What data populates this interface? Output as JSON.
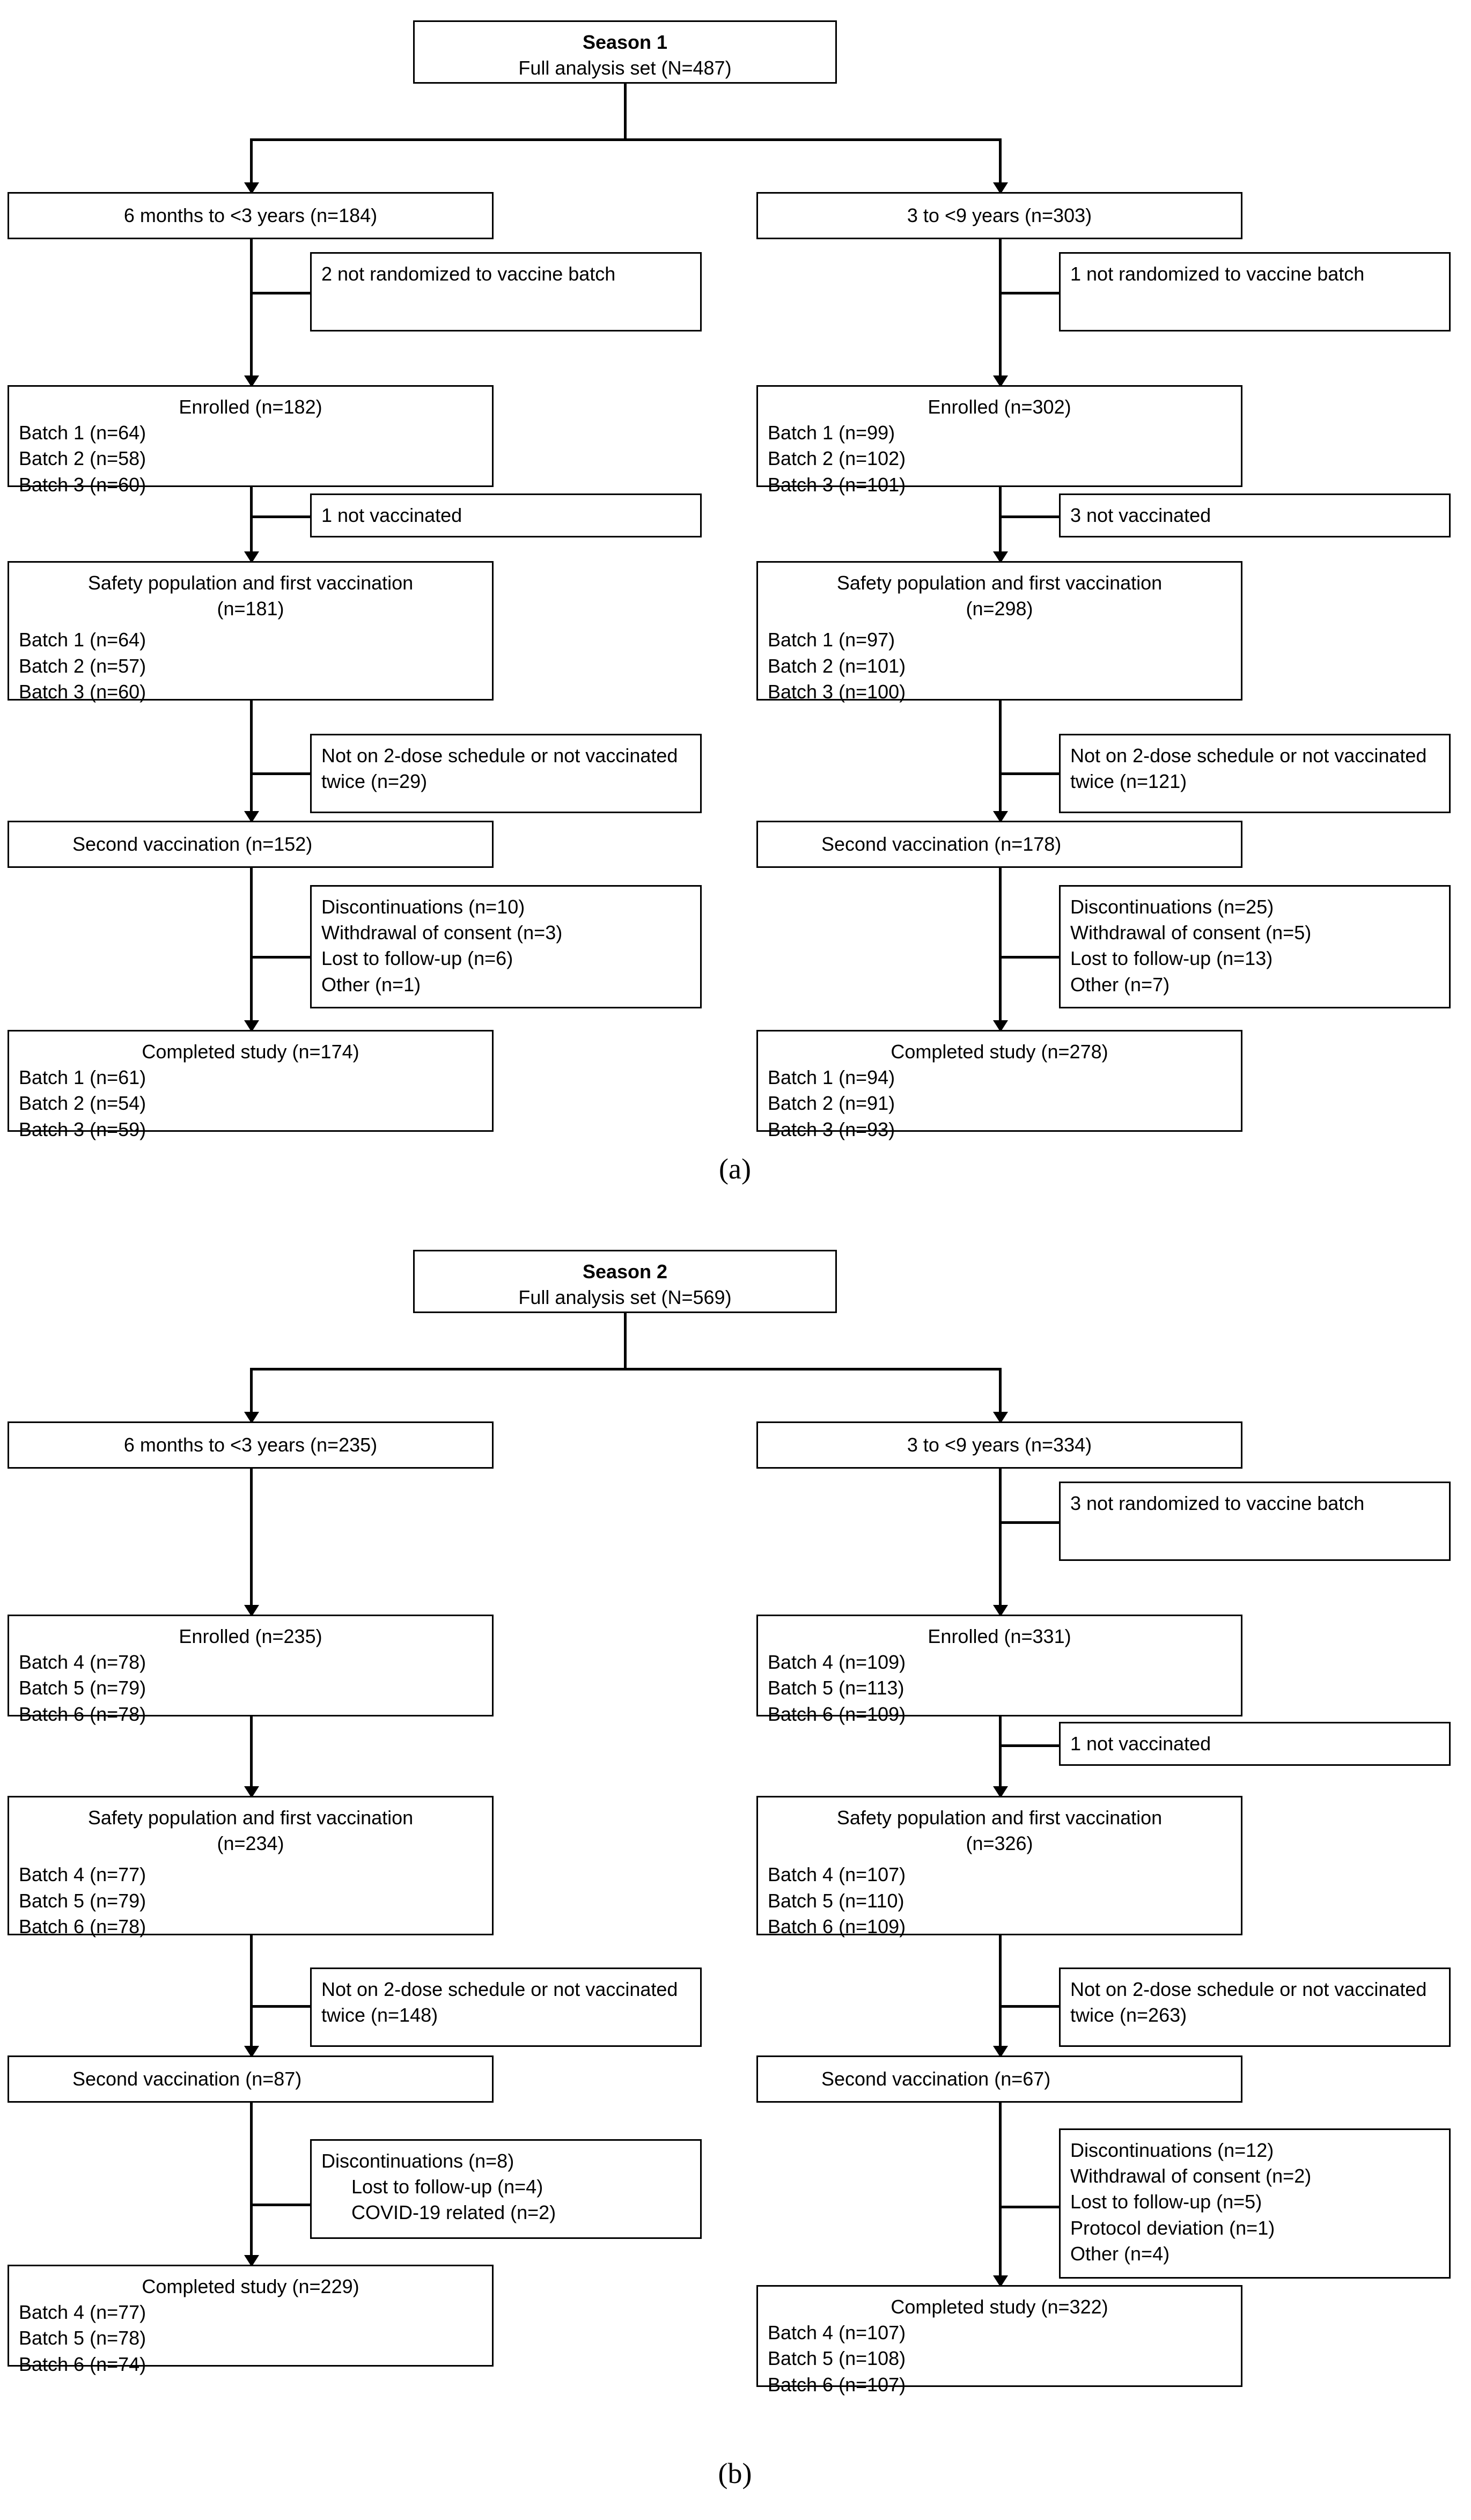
{
  "figure": {
    "panels": [
      {
        "label": "(a)",
        "header": {
          "title": "Season 1",
          "subtitle": "Full analysis set (N=487)"
        },
        "columns": [
          {
            "age_group": "6 months to <3 years (n=184)",
            "exclusions": [
              {
                "text": "2 not randomized to vaccine batch"
              },
              {
                "text": "1 not vaccinated"
              },
              {
                "text": "Not on 2-dose schedule or not vaccinated twice (n=29)"
              },
              {
                "lines": [
                  "Discontinuations (n=10)",
                  "Withdrawal of consent (n=3)",
                  "Lost to follow-up (n=6)",
                  "Other (n=1)"
                ]
              }
            ],
            "enrolled": {
              "title": "Enrolled (n=182)",
              "batches": [
                "Batch 1 (n=64)",
                "Batch 2 (n=58)",
                "Batch 3 (n=60)"
              ]
            },
            "safety": {
              "title": "Safety population and first vaccination",
              "count": "(n=181)",
              "batches": [
                "Batch 1 (n=64)",
                "Batch 2 (n=57)",
                "Batch 3 (n=60)"
              ]
            },
            "second": "Second vaccination (n=152)",
            "completed": {
              "title": "Completed study (n=174)",
              "batches": [
                "Batch 1 (n=61)",
                "Batch 2 (n=54)",
                "Batch 3 (n=59)"
              ]
            }
          },
          {
            "age_group": "3 to <9 years (n=303)",
            "exclusions": [
              {
                "text": "1 not randomized to vaccine batch"
              },
              {
                "text": "3 not vaccinated"
              },
              {
                "text": "Not on 2-dose schedule or not vaccinated twice (n=121)"
              },
              {
                "lines": [
                  "Discontinuations (n=25)",
                  "Withdrawal of consent (n=5)",
                  "Lost to follow-up (n=13)",
                  "Other (n=7)"
                ]
              }
            ],
            "enrolled": {
              "title": "Enrolled (n=302)",
              "batches": [
                "Batch 1 (n=99)",
                "Batch 2 (n=102)",
                "Batch 3 (n=101)"
              ]
            },
            "safety": {
              "title": "Safety population and first vaccination",
              "count": "(n=298)",
              "batches": [
                "Batch 1 (n=97)",
                "Batch 2 (n=101)",
                "Batch 3 (n=100)"
              ]
            },
            "second": "Second vaccination (n=178)",
            "completed": {
              "title": "Completed study (n=278)",
              "batches": [
                "Batch 1 (n=94)",
                "Batch 2 (n=91)",
                "Batch 3 (n=93)"
              ]
            }
          }
        ]
      },
      {
        "label": "(b)",
        "header": {
          "title": "Season 2",
          "subtitle": "Full analysis set (N=569)"
        },
        "columns": [
          {
            "age_group": "6 months to <3 years (n=235)",
            "exclusions": [
              {
                "text": ""
              },
              {
                "text": ""
              },
              {
                "text": "Not on 2-dose schedule or not vaccinated twice (n=148)"
              },
              {
                "lines": [
                  "Discontinuations (n=8)",
                  "Lost to follow-up (n=4)",
                  "COVID-19 related (n=2)"
                ],
                "indent": [
                  false,
                  true,
                  true
                ]
              }
            ],
            "enrolled": {
              "title": "Enrolled (n=235)",
              "batches": [
                "Batch 4 (n=78)",
                "Batch 5 (n=79)",
                "Batch 6 (n=78)"
              ]
            },
            "safety": {
              "title": "Safety population and first vaccination",
              "count": "(n=234)",
              "batches": [
                "Batch 4 (n=77)",
                "Batch 5 (n=79)",
                "Batch 6 (n=78)"
              ]
            },
            "second": "Second vaccination (n=87)",
            "completed": {
              "title": "Completed study (n=229)",
              "batches": [
                "Batch 4 (n=77)",
                "Batch 5 (n=78)",
                "Batch 6 (n=74)"
              ]
            }
          },
          {
            "age_group": "3 to <9 years (n=334)",
            "exclusions": [
              {
                "text": "3 not randomized to vaccine batch"
              },
              {
                "text": "1 not vaccinated"
              },
              {
                "text": "Not on 2-dose schedule or not vaccinated twice (n=263)"
              },
              {
                "lines": [
                  "Discontinuations (n=12)",
                  "Withdrawal of consent (n=2)",
                  "Lost to follow-up (n=5)",
                  "Protocol deviation (n=1)",
                  "Other (n=4)"
                ]
              }
            ],
            "enrolled": {
              "title": "Enrolled (n=331)",
              "batches": [
                "Batch 4 (n=109)",
                "Batch 5 (n=113)",
                "Batch 6 (n=109)"
              ]
            },
            "safety": {
              "title": "Safety population and first vaccination",
              "count": "(n=326)",
              "batches": [
                "Batch 4 (n=107)",
                "Batch 5 (n=110)",
                "Batch 6 (n=109)"
              ]
            },
            "second": "Second vaccination (n=67)",
            "completed": {
              "title": "Completed study (n=322)",
              "batches": [
                "Batch 4 (n=107)",
                "Batch 5 (n=108)",
                "Batch 6 (n=107)"
              ]
            }
          }
        ]
      }
    ]
  }
}
